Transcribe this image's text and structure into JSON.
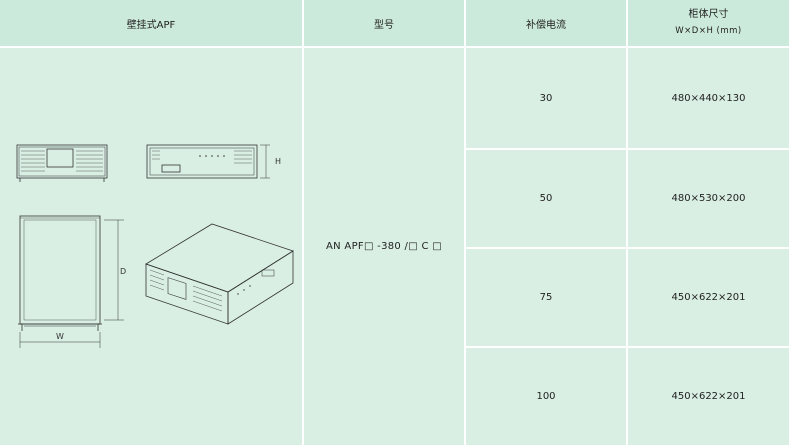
{
  "header": {
    "col_image": "壁挂式APF",
    "col_model": "型号",
    "col_current": "补偿电流",
    "col_size": "柜体尺寸",
    "col_size_unit": "W×D×H (mm)"
  },
  "model": "AN APF□ -380 /□ C □",
  "diagram_labels": {
    "h": "H",
    "d": "D",
    "w": "W"
  },
  "rows": [
    {
      "current": "30",
      "size": "480×440×130"
    },
    {
      "current": "50",
      "size": "480×530×200"
    },
    {
      "current": "75",
      "size": "450×622×201"
    },
    {
      "current": "100",
      "size": "450×622×201"
    }
  ]
}
